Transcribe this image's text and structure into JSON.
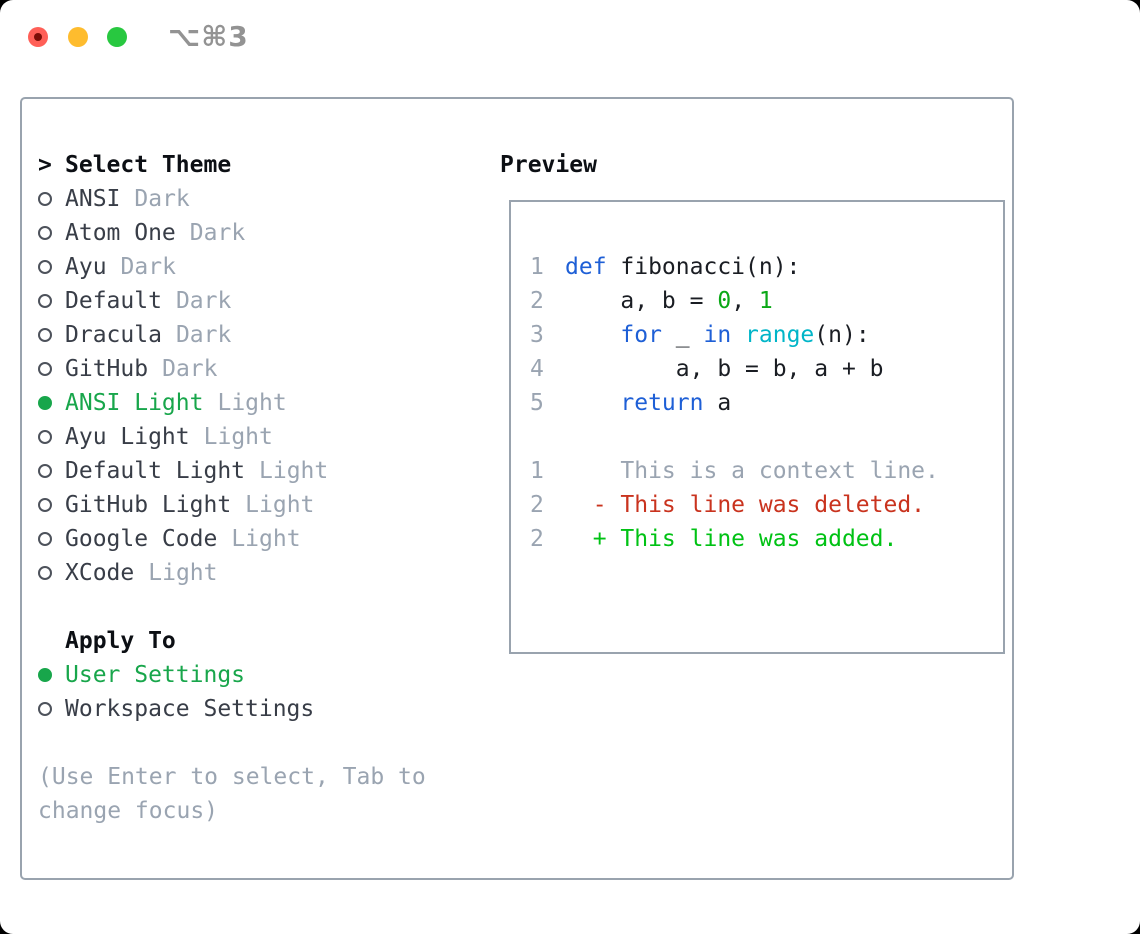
{
  "window": {
    "shortcut": "⌥⌘3"
  },
  "colors": {
    "frame_border": "#99a3ae",
    "selected_green": "#18a64b",
    "muted_gray": "#9aa4b1",
    "text_dark": "#383d47",
    "keyword_blue": "#1e5fd6",
    "builtin_cyan": "#00b5c8",
    "number_green": "#0aa816",
    "diff_red": "#c9331e",
    "diff_green": "#00c214",
    "traffic_red": "#ff5f57",
    "traffic_yellow": "#febc2e",
    "traffic_green": "#28c840"
  },
  "theme_panel": {
    "cursor": ">",
    "header": "Select Theme",
    "items": [
      {
        "name": "ANSI",
        "variant": "Dark",
        "selected": false
      },
      {
        "name": "Atom One",
        "variant": "Dark",
        "selected": false
      },
      {
        "name": "Ayu",
        "variant": "Dark",
        "selected": false
      },
      {
        "name": "Default",
        "variant": "Dark",
        "selected": false
      },
      {
        "name": "Dracula",
        "variant": "Dark",
        "selected": false
      },
      {
        "name": "GitHub",
        "variant": "Dark",
        "selected": false
      },
      {
        "name": "ANSI Light",
        "variant": "Light",
        "selected": true
      },
      {
        "name": "Ayu Light",
        "variant": "Light",
        "selected": false
      },
      {
        "name": "Default Light",
        "variant": "Light",
        "selected": false
      },
      {
        "name": "GitHub Light",
        "variant": "Light",
        "selected": false
      },
      {
        "name": "Google Code",
        "variant": "Light",
        "selected": false
      },
      {
        "name": "XCode",
        "variant": "Light",
        "selected": false
      }
    ],
    "apply_to": {
      "header": "Apply To",
      "options": [
        {
          "label": "User Settings",
          "selected": true
        },
        {
          "label": "Workspace Settings",
          "selected": false
        }
      ]
    },
    "hint_line1": "(Use Enter to select, Tab to",
    "hint_line2": "change focus)"
  },
  "preview": {
    "header": "Preview",
    "lines": [
      {
        "num": "1",
        "tokens": [
          [
            "kw",
            "def"
          ],
          [
            "fg",
            " fibonacci(n):"
          ]
        ]
      },
      {
        "num": "2",
        "tokens": [
          [
            "fg",
            "    a, b = "
          ],
          [
            "num",
            "0"
          ],
          [
            "fg",
            ", "
          ],
          [
            "num",
            "1"
          ]
        ]
      },
      {
        "num": "3",
        "tokens": [
          [
            "fg",
            "    "
          ],
          [
            "kw",
            "for"
          ],
          [
            "fg",
            " _ "
          ],
          [
            "kw",
            "in"
          ],
          [
            "fg",
            " "
          ],
          [
            "fn",
            "range"
          ],
          [
            "fg",
            "(n):"
          ]
        ]
      },
      {
        "num": "4",
        "tokens": [
          [
            "fg",
            "        a, b = b, a + b"
          ]
        ]
      },
      {
        "num": "5",
        "tokens": [
          [
            "fg",
            "    "
          ],
          [
            "kw",
            "return"
          ],
          [
            "fg",
            " a"
          ]
        ]
      },
      {
        "num": "",
        "tokens": []
      },
      {
        "num": "1",
        "tokens": [
          [
            "muted",
            "    This is a context line."
          ]
        ]
      },
      {
        "num": "2",
        "tokens": [
          [
            "del",
            "  - This line was deleted."
          ]
        ]
      },
      {
        "num": "2",
        "tokens": [
          [
            "add",
            "  + This line was added."
          ]
        ]
      }
    ]
  }
}
